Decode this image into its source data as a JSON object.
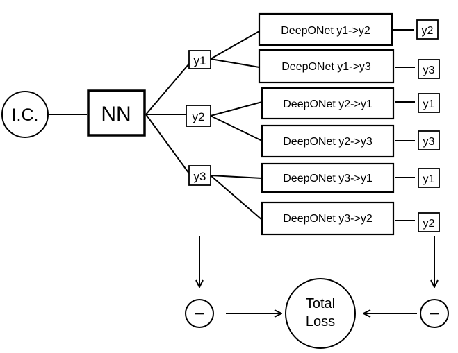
{
  "input": {
    "label": "I.C."
  },
  "network": {
    "label": "NN"
  },
  "outputs": [
    {
      "label": "y1"
    },
    {
      "label": "y2"
    },
    {
      "label": "y3"
    }
  ],
  "deeponets": [
    {
      "label": "DeepONet y1->y2",
      "result": "y2"
    },
    {
      "label": "DeepONet y1->y3",
      "result": "y3"
    },
    {
      "label": "DeepONet y2->y1",
      "result": "y1"
    },
    {
      "label": "DeepONet y2->y3",
      "result": "y3"
    },
    {
      "label": "DeepONet y3->y1",
      "result": "y1"
    },
    {
      "label": "DeepONet y3->y2",
      "result": "y2"
    }
  ],
  "loss": {
    "line1": "Total",
    "line2": "Loss",
    "minus_symbol": "−"
  }
}
